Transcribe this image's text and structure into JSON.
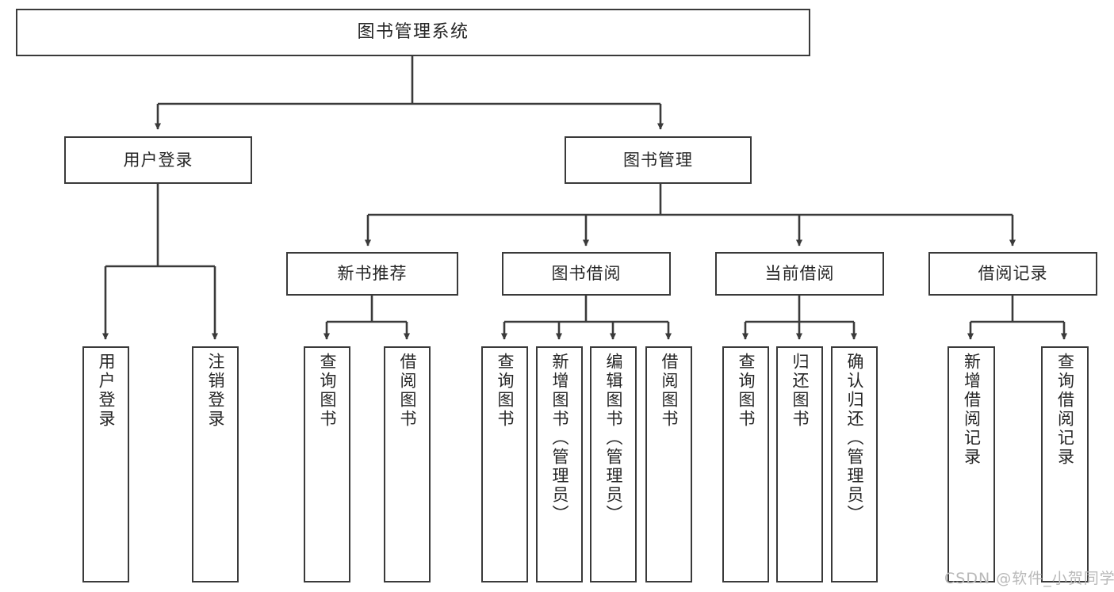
{
  "diagram": {
    "type": "tree-hierarchy-chart",
    "title": "图书管理系统",
    "line_color": "#3a3a3a",
    "box_fill": "#ffffff",
    "text_color": "#262626",
    "root": {
      "id": "root",
      "label": "图书管理系统",
      "orientation": "horizontal"
    },
    "level1": [
      {
        "id": "user-login",
        "label": "用户登录",
        "orientation": "horizontal"
      },
      {
        "id": "book-manage",
        "label": "图书管理",
        "orientation": "horizontal"
      }
    ],
    "level2": [
      {
        "id": "new-book-recommend",
        "label": "新书推荐",
        "orientation": "horizontal",
        "parent": "book-manage"
      },
      {
        "id": "book-borrow",
        "label": "图书借阅",
        "orientation": "horizontal",
        "parent": "book-manage"
      },
      {
        "id": "current-borrow",
        "label": "当前借阅",
        "orientation": "horizontal",
        "parent": "book-manage"
      },
      {
        "id": "borrow-record",
        "label": "借阅记录",
        "orientation": "horizontal",
        "parent": "book-manage"
      }
    ],
    "leaves": {
      "user_login": [
        {
          "id": "leaf-user-login",
          "label": "用户登录"
        },
        {
          "id": "leaf-user-logout",
          "label": "注销登录"
        }
      ],
      "new_book_recommend": [
        {
          "id": "leaf-query-book-1",
          "label": "查询图书"
        },
        {
          "id": "leaf-borrow-book-1",
          "label": "借阅图书"
        }
      ],
      "book_borrow": [
        {
          "id": "leaf-query-book-2",
          "label": "查询图书"
        },
        {
          "id": "leaf-add-book",
          "label": "新增图书（管理员）"
        },
        {
          "id": "leaf-edit-book",
          "label": "编辑图书（管理员）"
        },
        {
          "id": "leaf-borrow-book-2",
          "label": "借阅图书"
        }
      ],
      "current_borrow": [
        {
          "id": "leaf-query-book-3",
          "label": "查询图书"
        },
        {
          "id": "leaf-return-book",
          "label": "归还图书"
        },
        {
          "id": "leaf-confirm-return",
          "label": "确认归还（管理员）"
        }
      ],
      "borrow_record": [
        {
          "id": "leaf-add-borrow-record",
          "label": "新增借阅记录"
        },
        {
          "id": "leaf-query-borrow-record",
          "label": "查询借阅记录"
        }
      ]
    }
  },
  "watermark": {
    "text": "CSDN @软件_小贺同学"
  }
}
